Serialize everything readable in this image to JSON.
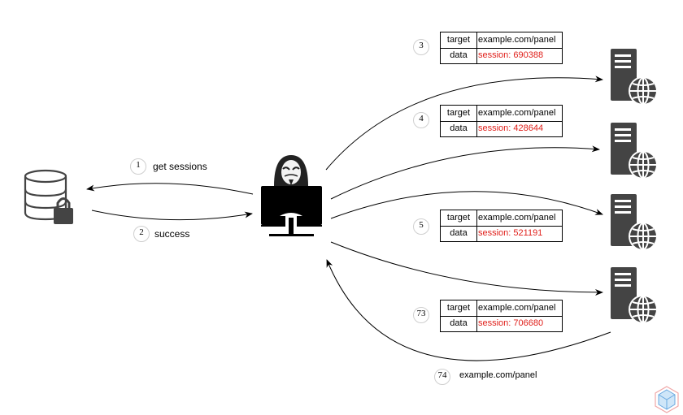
{
  "steps": [
    {
      "num": "1",
      "label": "get sessions"
    },
    {
      "num": "2",
      "label": "success"
    },
    {
      "num": "74",
      "label": "example.com/panel"
    }
  ],
  "requests": [
    {
      "num": "3",
      "target_key": "target",
      "target": "example.com/panel",
      "data_key": "data",
      "data": "session: 690388"
    },
    {
      "num": "4",
      "target_key": "target",
      "target": "example.com/panel",
      "data_key": "data",
      "data": "session: 428644"
    },
    {
      "num": "5",
      "target_key": "target",
      "target": "example.com/panel",
      "data_key": "data",
      "data": "session: 521191"
    },
    {
      "num": "73",
      "target_key": "target",
      "target": "example.com/panel",
      "data_key": "data",
      "data": "session: 706680"
    }
  ],
  "icons": {
    "database": "database-lock-icon",
    "attacker": "hacker-computer-icon",
    "server": "web-server-icon",
    "logo": "cube-logo-icon"
  },
  "colors": {
    "session_text": "#e0201b",
    "icon_dark": "#444444",
    "line": "#000000"
  }
}
